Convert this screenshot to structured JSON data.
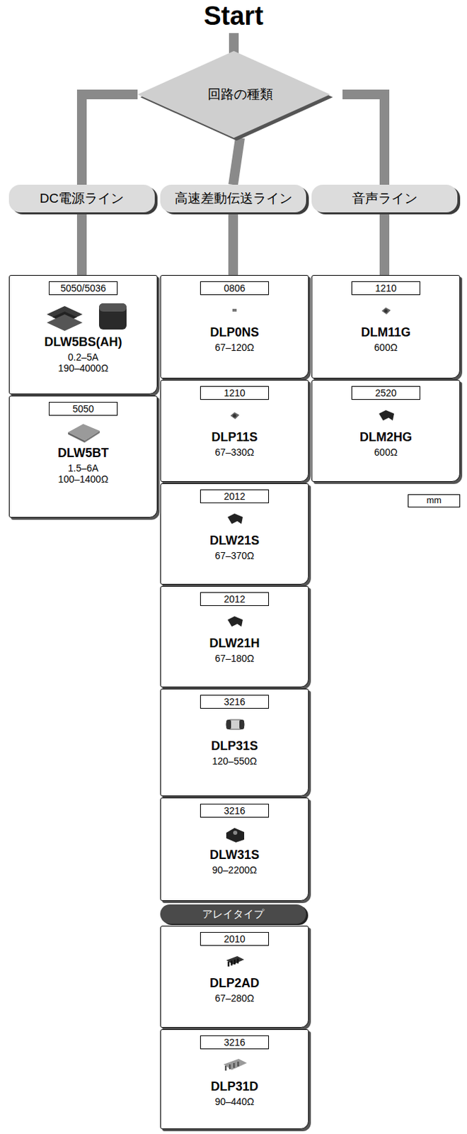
{
  "diagram": {
    "title": "Start",
    "nodes": [
      {
        "text": [
          "回路の種類"
        ]
      },
      {
        "text": [
          "DC電源ライン"
        ]
      },
      {
        "text": [
          "高速差動伝送ライン"
        ]
      },
      {
        "text": [
          "音声ライン"
        ]
      },
      {
        "text": [
          "DLW5BS(AH)",
          "0.2–5A",
          "190–4000Ω"
        ]
      },
      {
        "text": [
          "5050/5036"
        ],
        "in": 4
      },
      {
        "text": [
          "DLW5BT",
          "1.5–6A",
          "100–1400Ω"
        ]
      },
      {
        "text": [
          "5050"
        ],
        "in": 6
      },
      {
        "text": [
          "DLP0NS",
          "67–120Ω"
        ]
      },
      {
        "text": [
          "0806"
        ],
        "in": 8
      },
      {
        "text": [
          "DLP11S",
          "67–330Ω"
        ]
      },
      {
        "text": [
          "1210"
        ],
        "in": 10
      },
      {
        "text": [
          "DLW21S",
          "67–370Ω"
        ]
      },
      {
        "text": [
          "2012"
        ],
        "in": 12
      },
      {
        "text": [
          "DLW21H",
          "67–180Ω"
        ]
      },
      {
        "text": [
          "2012"
        ],
        "in": 14
      },
      {
        "text": [
          "DLP31S",
          "120–550Ω"
        ]
      },
      {
        "text": [
          "3216"
        ],
        "in": 16
      },
      {
        "text": [
          "DLW31S",
          "90–2200Ω"
        ]
      },
      {
        "text": [
          "3216"
        ],
        "in": 18
      },
      {
        "text": [
          "アレイタイプ"
        ]
      },
      {
        "text": [
          "DLP2AD",
          "67–280Ω"
        ]
      },
      {
        "text": [
          "2010"
        ],
        "in": 21
      },
      {
        "text": [
          "DLP31D",
          "90–440Ω"
        ]
      },
      {
        "text": [
          "3216"
        ],
        "in": 23
      },
      {
        "text": [
          "DLM11G",
          "600Ω"
        ]
      },
      {
        "text": [
          "1210"
        ],
        "in": 25
      },
      {
        "text": [
          "DLM2HG",
          "600Ω"
        ]
      },
      {
        "text": [
          "2520"
        ],
        "in": 27
      },
      {
        "text": [
          "mm"
        ]
      }
    ],
    "edges": [
      {
        "from": 0,
        "to": 1,
        "arrow": "none"
      },
      {
        "from": 0,
        "to": 2,
        "arrow": "none"
      },
      {
        "from": 0,
        "to": 3,
        "arrow": "none"
      },
      {
        "from": 1,
        "to": 4,
        "arrow": "none"
      },
      {
        "from": 2,
        "to": 8,
        "arrow": "none"
      },
      {
        "from": 3,
        "to": 25,
        "arrow": "none"
      }
    ]
  }
}
